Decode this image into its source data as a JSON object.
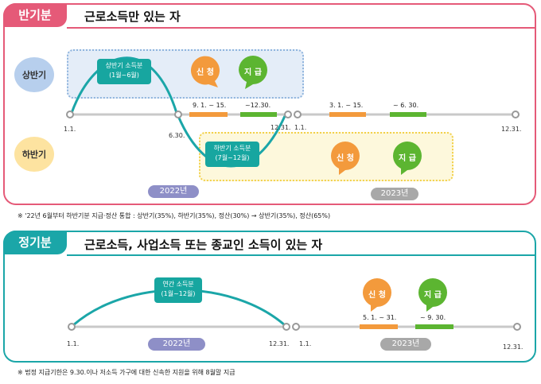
{
  "panel1": {
    "tag": "반기분",
    "heading": "근로소득만 있는 자",
    "row_upper": "상반기",
    "row_lower": "하반기",
    "first_half": {
      "title": "상반기 소득분",
      "period": "(1월~6월)"
    },
    "second_half": {
      "title": "하반기 소득분",
      "period": "(7월~12월)"
    },
    "apply": "신 청",
    "pay": "지 급",
    "ticks": [
      "1.1.",
      "6.30.",
      "12.31.",
      "1.1.",
      "12.31."
    ],
    "dates": {
      "apply_2022": "9. 1. ~ 15.",
      "pay_2022": "~12.30.",
      "apply_2023": "3. 1. ~ 15.",
      "pay_2023": "~ 6. 30."
    },
    "year_2022": "2022년",
    "year_2023": "2023년"
  },
  "note1": "※ '22년 6월부터 하반기분 지급·정산 통합 : 상반기(35%), 하반기(35%), 정산(30%) → 상반기(35%), 정산(65%)",
  "panel2": {
    "tag": "정기분",
    "heading": "근로소득, 사업소득 또는 종교인 소득이 있는 자",
    "annual": {
      "title": "연간 소득분",
      "period": "(1월~12월)"
    },
    "apply": "신 청",
    "pay": "지 급",
    "ticks": [
      "1.1.",
      "12.31.",
      "1.1.",
      "12.31."
    ],
    "dates": {
      "apply": "5. 1. ~ 31.",
      "pay": "~ 9. 30."
    },
    "year_2022": "2022년",
    "year_2023": "2023년"
  },
  "note2": "※ 법정 지급기한은 9.30.이나 저소득 가구에 대한 신속한 지원을 위해 8월말 지급",
  "colors": {
    "pink": "#e55a78",
    "teal": "#1ba6a8",
    "orange": "#f39a3c",
    "green": "#5cb531",
    "purple": "#8e8fc7",
    "gray": "#a8a8a8",
    "blue_dot": "#8fb4dd",
    "yellow_dot": "#f2d04a"
  }
}
